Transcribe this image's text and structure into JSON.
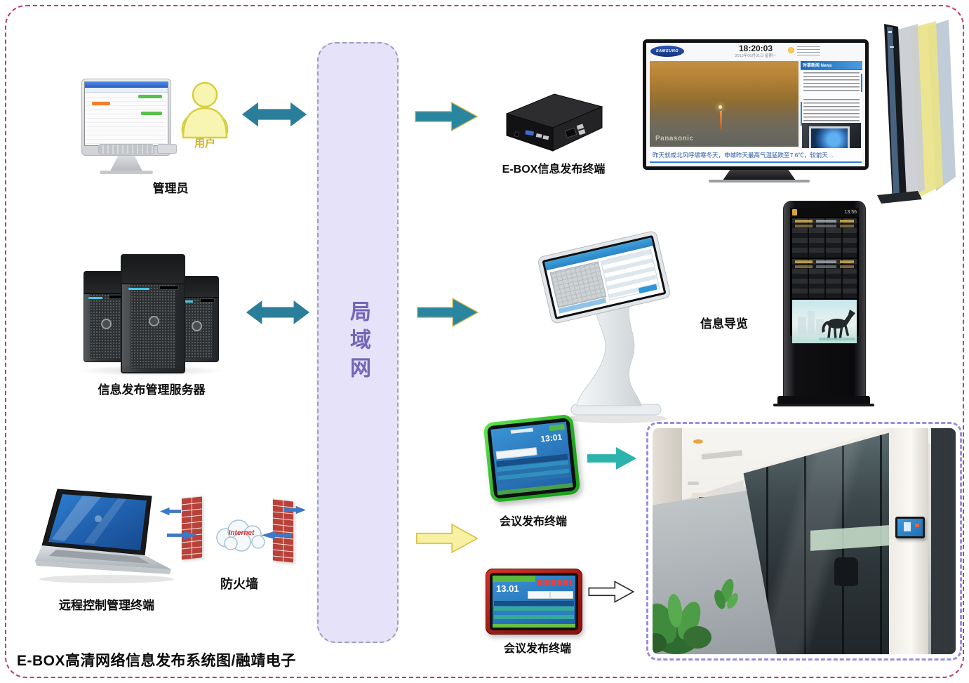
{
  "page": {
    "footer_title": "E-BOX高清网络信息发布系统图/融靖电子"
  },
  "lan": {
    "label": "局域网"
  },
  "admin": {
    "caption": "管理员",
    "user_tag": "用户"
  },
  "servers": {
    "caption": "信息发布管理服务器"
  },
  "remote": {
    "caption": "远程控制管理终端"
  },
  "firewall": {
    "caption": "防火墙",
    "cloud": "Internet"
  },
  "ebox": {
    "caption": "E-BOX信息发布终端"
  },
  "tv": {
    "brand": "SAMSUNG",
    "clock": "18:20:03",
    "date": "2013年06月01日 星期一",
    "news_title": "时事新闻 News",
    "watermark": "Panasonic",
    "ticker": "昨天就成北风呼啸寒冬天，申城昨天最高气温猛跌至7.6℃，较前天…"
  },
  "guide": {
    "caption": "信息导览",
    "totem_time": "13:56"
  },
  "meeting_green": {
    "caption": "会议发布终端",
    "clock": "13:01"
  },
  "meeting_red": {
    "caption": "会议发布终端",
    "clock": "13.01"
  },
  "colors": {
    "frame_border": "#c53a6b",
    "lan_fill": "#e5e2f9",
    "lan_text": "#7466b6",
    "arrow_teal": "#2a7e99",
    "arrow_turquoise": "#2cb4ac",
    "arrow_yellow_fill": "#f8f0a2",
    "arrow_yellow_border": "#d9c64a",
    "firewall_brick": "#b8423a",
    "tablet_green": "#2fc32a",
    "tablet_red": "#c0261c"
  }
}
